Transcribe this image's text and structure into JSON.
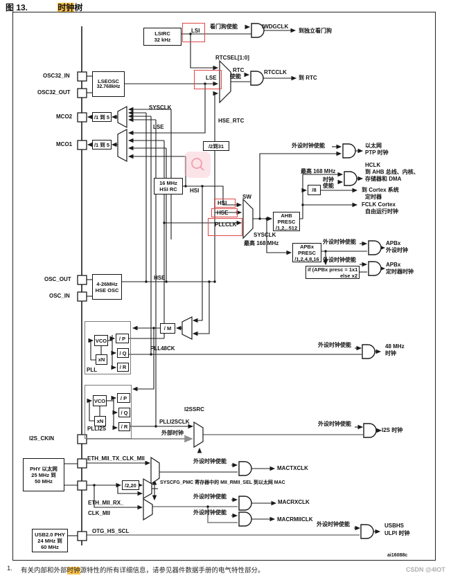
{
  "title": {
    "figure_label": "图 13.",
    "highlighted": "时钟",
    "rest": "树"
  },
  "footnote": {
    "number": "1.",
    "before_highlight": "有关内部和外部",
    "highlighted": "时钟",
    "after_highlight": "源特性的所有详细信息，请参见器件数据手册的电气特性部分。"
  },
  "figure_id": "ai16088c",
  "watermark_text": "CSDN @4IOT",
  "colors": {
    "red_box": "#e04545",
    "highlight": "#f6c14b",
    "wire": "#1a1a1a",
    "wire_gray": "#8f8f8f",
    "watermark_pink": "#f7c4cb"
  },
  "pins": {
    "osc32_in": "OSC32_IN",
    "osc32_out": "OSC32_OUT",
    "mco2": "MCO2",
    "mco1": "MCO1",
    "osc_out": "OSC_OUT",
    "osc_in": "OSC_IN",
    "i2s_ckin": "I2S_CKIN"
  },
  "labels": {
    "lsi": "LSI",
    "lse": "LSE",
    "hsi": "HSI",
    "hse": "HSE",
    "pllclk": "PLLCLK",
    "wdg_en": "看门狗使能",
    "iwdgclk": "IWDGCLK",
    "to_iwdg": "到独立看门狗",
    "rtcsel": "RTCSEL[1:0]",
    "rtc": "RTC",
    "enable": "使能",
    "rtcclk": "RTCCLK",
    "to_rtc": "到 RTC",
    "sysclk": "SYSCLK",
    "hse_rtc": "HSE_RTC",
    "sw": "SW",
    "max168": "最高 168 MHz",
    "clk": "时钟",
    "periph_en": "外设时钟使能",
    "eth_ptp1": "以太网",
    "eth_ptp2": "PTP 时钟",
    "hclk": "HCLK",
    "hclk_d1": "到 AHB 总线、内核、",
    "hclk_d2": "存储器和 DMA",
    "cortex1": "到 Cortex 系统",
    "cortex2": "定时器",
    "fclk1": "FCLK Cortex",
    "fclk2": "自由运行时钟",
    "apbx": "APBx",
    "apbx_periph": "外设时钟",
    "apbx_timer": "定时器时钟",
    "pll": "PLL",
    "plli2s": "PLLI2S",
    "vco": "VCO",
    "xn": "xN",
    "divm": "/ M",
    "divp": "/ P",
    "divq": "/ Q",
    "divr": "/ R",
    "div8": "/8",
    "div1to5": "/1 到 5",
    "div2to31": "/2到31",
    "div220": "/2,20",
    "pll48ck": "PLL48CK",
    "mhz48": "48 MHz",
    "plli2sclk": "PLLI2SCLK",
    "ext_clk": "外部时钟",
    "i2ssrc": "I2SSRC",
    "i2s_clk": "I2S 时钟",
    "eth_tx": "ETH_MII_TX_CLK_MII",
    "syscfg": "SYSCFG_PMC 寄存器中的 MII_RMII_SEL 到以太网 MAC",
    "mactxclk": "MACTXCLK",
    "macrxclk": "MACRXCLK",
    "macrmiiclk": "MACRMIICLK",
    "eth_rx1": "ETH_MII_RX_",
    "eth_rx2": "CLK_MII",
    "otg": "OTG_HS_SCL",
    "usbhs1": "USBHS",
    "usbhs2": "ULPI 时钟"
  },
  "boxes": {
    "lsirc": [
      "LSIRC",
      "32 kHz"
    ],
    "lseosc": [
      "LSEOSC",
      "32.768kHz"
    ],
    "hsirc": [
      "16 MHz",
      "HSI RC"
    ],
    "hseosc": [
      "4-26MHz",
      "HSE OSC"
    ],
    "ahb": [
      "AHB",
      "PRESC",
      "/1,2,..512"
    ],
    "apbx": [
      "APBx",
      "PRESC",
      "/1,2,4,8,16"
    ],
    "ifbox": [
      "if (APBx presc = 1x1",
      "else x2"
    ],
    "phy": [
      "PHY 以太网",
      "25 MHz 到",
      "50 MHz"
    ],
    "usb": [
      "USB2.0 PHY",
      "24 MHz 到",
      "60 MHz"
    ]
  }
}
